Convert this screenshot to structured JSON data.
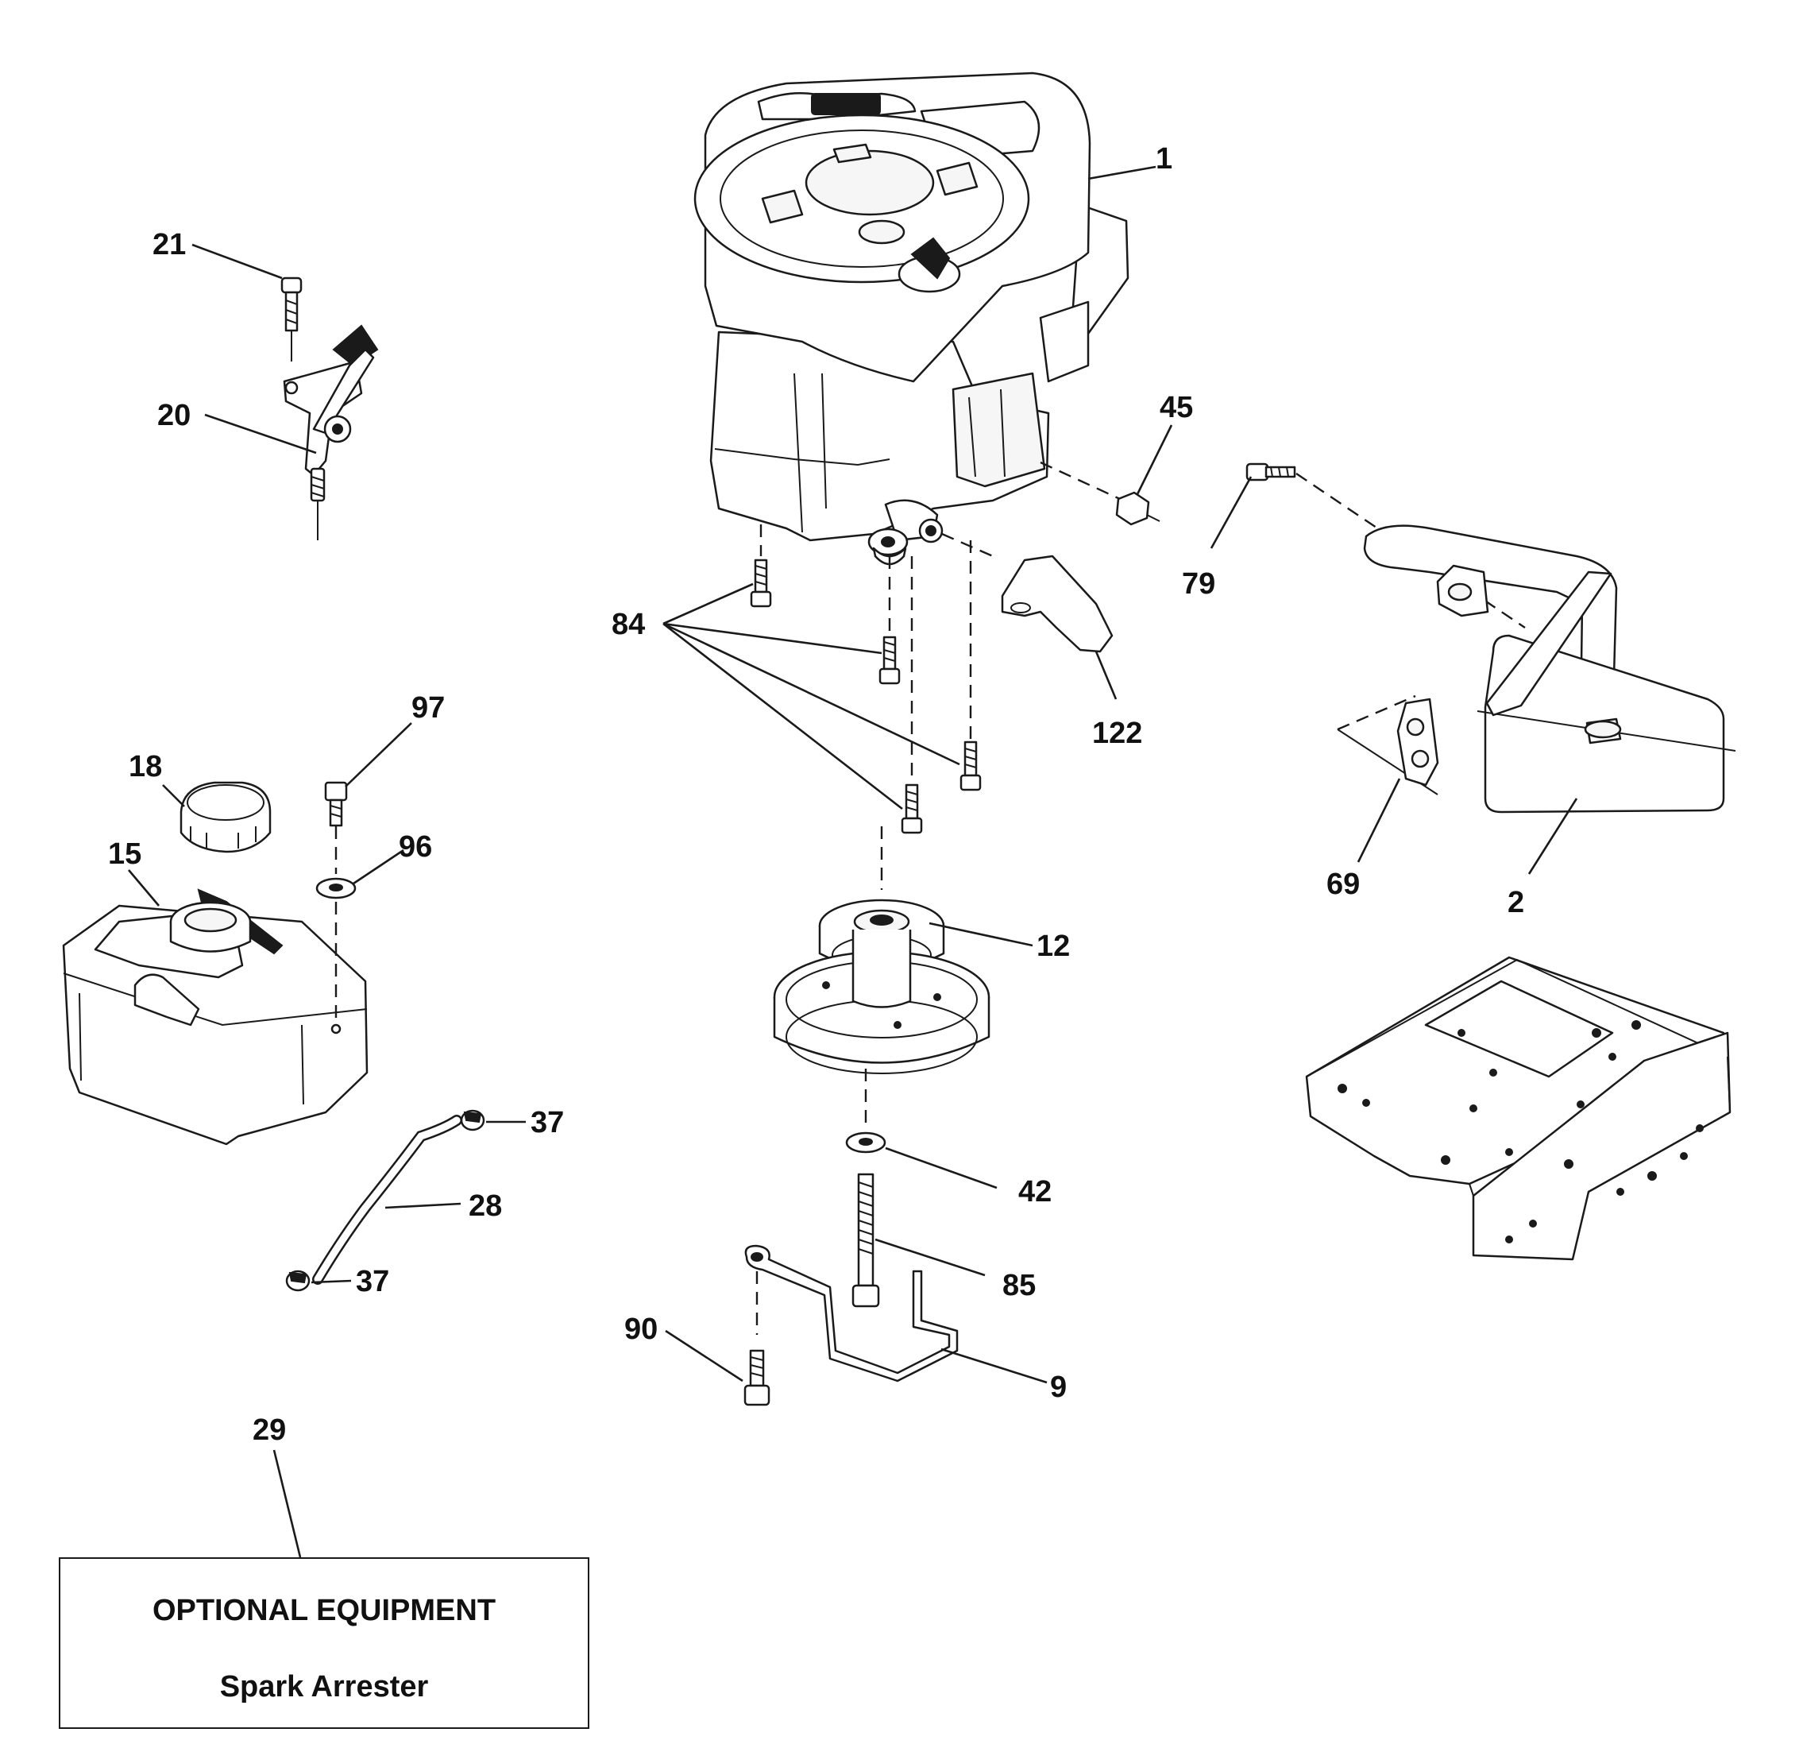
{
  "callouts": {
    "c1": "1",
    "c2": "2",
    "c9": "9",
    "c12": "12",
    "c15": "15",
    "c18": "18",
    "c20": "20",
    "c21": "21",
    "c28": "28",
    "c29": "29",
    "c37a": "37",
    "c37b": "37",
    "c42": "42",
    "c45": "45",
    "c69": "69",
    "c79": "79",
    "c84": "84",
    "c85": "85",
    "c90": "90",
    "c96": "96",
    "c97": "97",
    "c122": "122"
  },
  "optional_box": {
    "title": "OPTIONAL EQUIPMENT",
    "item": "Spark Arrester"
  }
}
